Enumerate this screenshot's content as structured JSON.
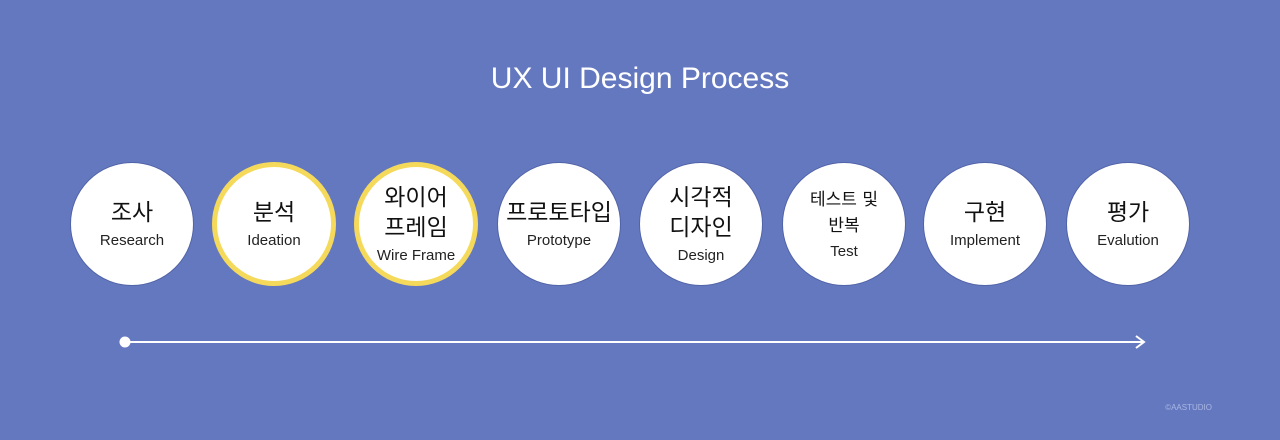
{
  "title": "UX UI Design Process",
  "steps": [
    {
      "ko": "조사",
      "en": "Research",
      "highlight": false
    },
    {
      "ko": "분석",
      "en": "Ideation",
      "highlight": true
    },
    {
      "ko": "와이어\n프레임",
      "en": "Wire Frame",
      "highlight": true
    },
    {
      "ko": "프로토타입",
      "en": "Prototype",
      "highlight": false
    },
    {
      "ko": "시각적\n디자인",
      "en": "Design",
      "highlight": false
    },
    {
      "ko": "테스트 및\n반복",
      "en": "Test",
      "highlight": false
    },
    {
      "ko": "구현",
      "en": "Implement",
      "highlight": false
    },
    {
      "ko": "평가",
      "en": "Evalution",
      "highlight": false
    }
  ],
  "copyright": "©AASTUDIO",
  "colors": {
    "background": "#6478c0",
    "highlight_ring": "#f5d95a",
    "circle": "#ffffff",
    "arrow": "#ffffff"
  }
}
